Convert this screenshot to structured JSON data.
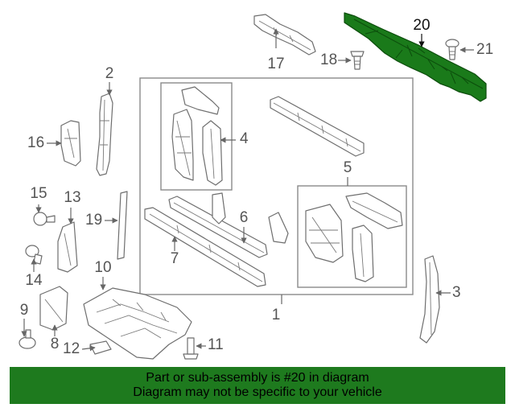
{
  "diagram": {
    "highlight_color": "#1a7a1a",
    "highlighted_part": "20",
    "callouts": {
      "c1": "1",
      "c2": "2",
      "c3": "3",
      "c4": "4",
      "c5": "5",
      "c6": "6",
      "c7": "7",
      "c8": "8",
      "c9": "9",
      "c10": "10",
      "c11": "11",
      "c12": "12",
      "c13": "13",
      "c14": "14",
      "c15": "15",
      "c16": "16",
      "c17": "17",
      "c18": "18",
      "c19": "19",
      "c20": "20",
      "c21": "21"
    }
  },
  "banner": {
    "background": "#1e7a1e",
    "line1": "Part or sub-assembly is #20 in diagram",
    "line2": "Diagram may not be specific to your vehicle"
  }
}
